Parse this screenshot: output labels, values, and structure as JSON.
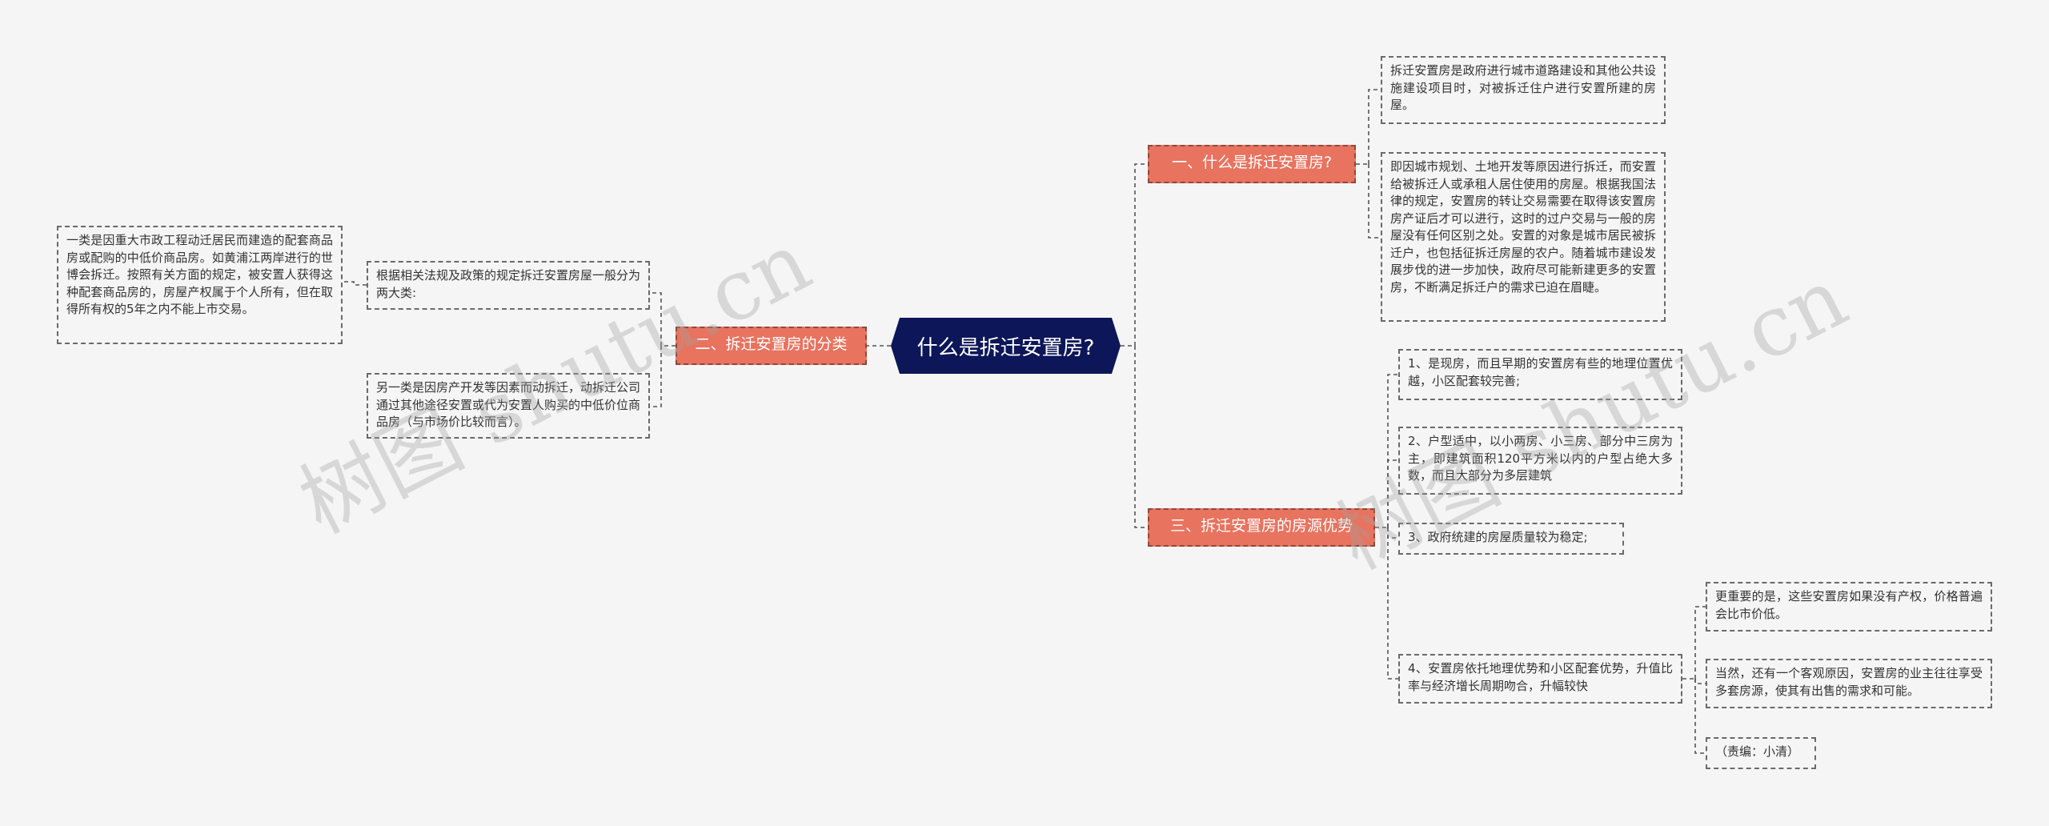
{
  "root": {
    "label": "什么是拆迁安置房?"
  },
  "branches": [
    {
      "label": "一、什么是拆迁安置房?",
      "children": [
        "拆迁安置房是政府进行城市道路建设和其他公共设施建设项目时，对被拆迁住户进行安置所建的房屋。",
        "即因城市规划、土地开发等原因进行拆迁，而安置给被拆迁人或承租人居住使用的房屋。根据我国法律的规定，安置房的转让交易需要在取得该安置房房产证后才可以进行，这时的过户交易与一般的房屋没有任何区别之处。安置的对象是城市居民被拆迁户，也包括征拆迁房屋的农户。随着城市建设发展步伐的进一步加快，政府尽可能新建更多的安置房，不断满足拆迁户的需求已迫在眉睫。"
      ]
    },
    {
      "label": "二、拆迁安置房的分类",
      "children": [
        "根据相关法规及政策的规定拆迁安置房屋一般分为两大类:",
        "另一类是因房产开发等因素而动拆迁，动拆迁公司通过其他途径安置或代为安置人购买的中低价位商品房（与市场价比较而言）。"
      ],
      "grandchild": "一类是因重大市政工程动迁居民而建造的配套商品房或配购的中低价商品房。如黄浦江两岸进行的世博会拆迁。按照有关方面的规定，被安置人获得这种配套商品房的，房屋产权属于个人所有，但在取得所有权的5年之内不能上市交易。"
    },
    {
      "label": "三、拆迁安置房的房源优势",
      "children": [
        "1、是现房，而且早期的安置房有些的地理位置优越，小区配套较完善;",
        "2、户型适中，以小两房、小三房、部分中三房为主，即建筑面积120平方米以内的户型占绝大多数，而且大部分为多层建筑",
        "3、政府统建的房屋质量较为稳定;",
        "4、安置房依托地理优势和小区配套优势，升值比率与经济增长周期吻合，升幅较快"
      ],
      "grandchildren": [
        "更重要的是，这些安置房如果没有产权，价格普遍会比市价低。",
        "当然，还有一个客观原因，安置房的业主往往享受多套房源，使其有出售的需求和可能。",
        "（责编：小清）"
      ]
    }
  ],
  "watermarks": [
    "树图 shutu.cn",
    "树图 shutu.cn"
  ]
}
